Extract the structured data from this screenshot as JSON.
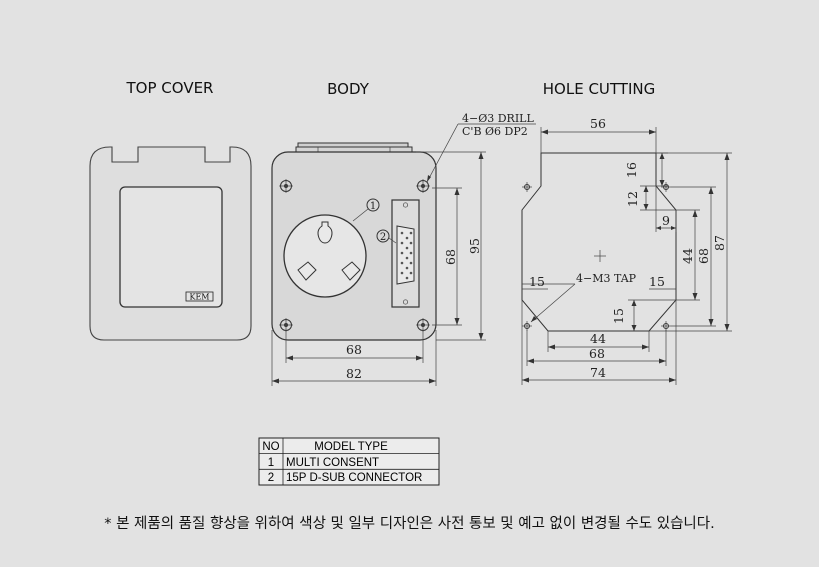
{
  "titles": {
    "top_cover": "TOP COVER",
    "body": "BODY",
    "hole_cutting": "HOLE CUTTING"
  },
  "cover": {
    "brand_mark": "KEM"
  },
  "body_view": {
    "callout_1": "1",
    "callout_2": "2",
    "drill_note_line1": "4−Ø3 DRILL",
    "drill_note_line2": "C'B Ø6 DP2",
    "dim_width_inner": "68",
    "dim_width_outer": "82",
    "dim_height_inner": "68",
    "dim_height_outer": "95"
  },
  "hole_view": {
    "tap_note": "4−M3 TAP",
    "dim_top": "56",
    "dim_16": "16",
    "dim_12": "12",
    "dim_9": "9",
    "dim_15_left": "15",
    "dim_15_right": "15",
    "dim_15_vert": "15",
    "dim_44_vert": "44",
    "dim_68_vert": "68",
    "dim_87_vert": "87",
    "dim_44_horiz": "44",
    "dim_68_horiz": "68",
    "dim_74_horiz": "74"
  },
  "model_table": {
    "header_no": "NO",
    "header_type": "MODEL  TYPE",
    "rows": [
      {
        "no": "1",
        "type": "MULTI CONSENT"
      },
      {
        "no": "2",
        "type": "15P D-SUB CONNECTOR"
      }
    ]
  },
  "footnote": "* 본 제품의 품질 향상을 위하여 색상 및 일부 디자인은 사전 통보 및 예고 없이 변경될 수도 있습니다."
}
